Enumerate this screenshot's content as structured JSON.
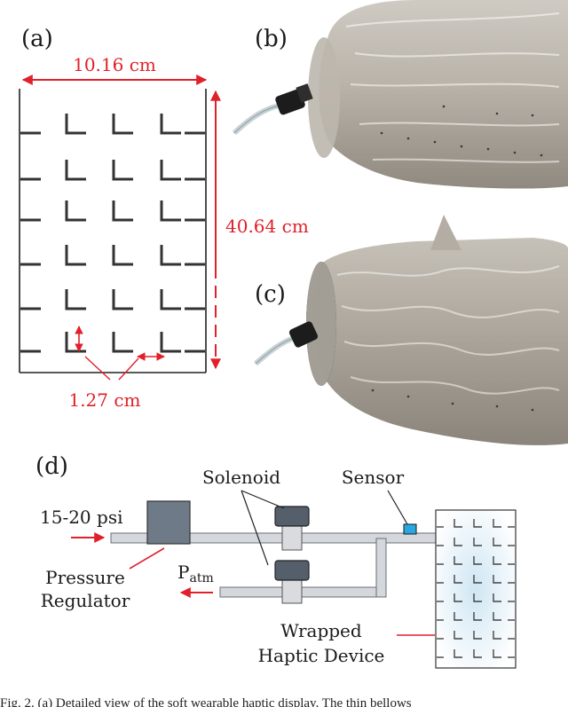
{
  "panels": {
    "a": "(a)",
    "b": "(b)",
    "c": "(c)",
    "d": "(d)"
  },
  "dimensions": {
    "width": "10.16 cm",
    "height": "40.64 cm",
    "spacing": "1.27 cm"
  },
  "schematic": {
    "input_pressure": "15-20 psi",
    "solenoid": "Solenoid",
    "sensor": "Sensor",
    "regulator_line1": "Pressure",
    "regulator_line2": "Regulator",
    "atm_base": "P",
    "atm_sub": "atm",
    "device_line1": "Wrapped",
    "device_line2": "Haptic Device"
  },
  "colors": {
    "accent": "#e0202a",
    "regulator": "#6f7a88",
    "solenoid": "#555e6b",
    "sensor": "#29a8e0",
    "tube": "#d4d7dc",
    "photo_bg": "#9a948b"
  },
  "caption": "Fig. 2.   (a) Detailed view of the soft wearable haptic display. The thin bellows"
}
